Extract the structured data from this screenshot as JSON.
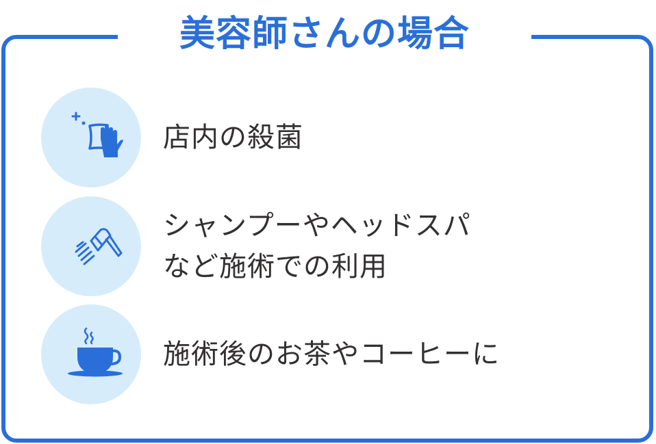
{
  "title": "美容師さんの場合",
  "colors": {
    "accent": "#2a6fd9",
    "icon_bg": "#d6ecfa",
    "text": "#333030"
  },
  "items": [
    {
      "icon": "wipe-cleaning-icon",
      "label": "店内の殺菌"
    },
    {
      "icon": "shower-head-icon",
      "label": "シャンプーやヘッドスパ\nなど施術での利用"
    },
    {
      "icon": "coffee-cup-icon",
      "label": "施術後のお茶やコーヒーに"
    }
  ]
}
